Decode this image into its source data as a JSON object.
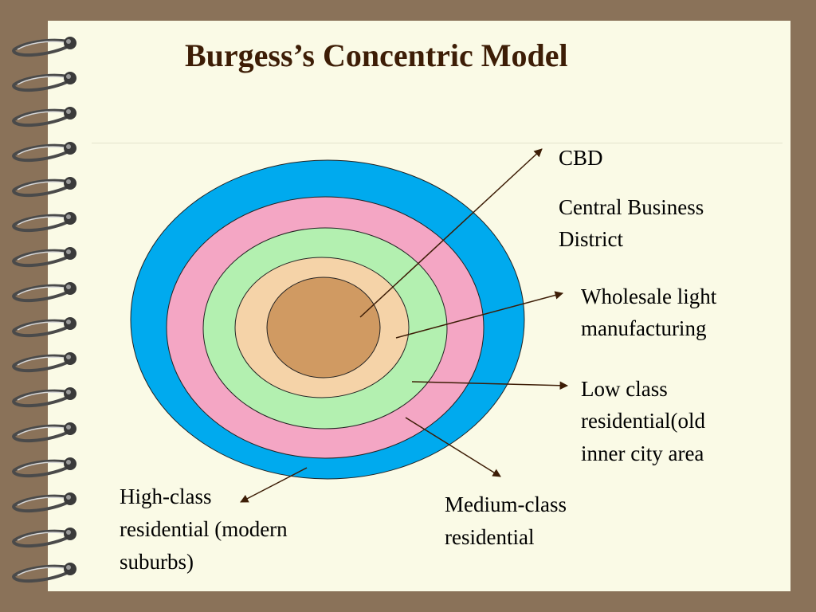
{
  "title": "Burgess’s Concentric Model",
  "colors": {
    "background_frame": "#8a7259",
    "page": "#fafae6",
    "title": "#3d1d06",
    "zone_high_class": "#00aaee",
    "zone_medium_class": "#f4a6c4",
    "zone_low_class": "#b3f0b0",
    "zone_wholesale": "#f5d3a8",
    "zone_cbd": "#d09a62"
  },
  "zones": [
    {
      "id": "cbd",
      "name": "CBD",
      "subtitle": "Central Business District"
    },
    {
      "id": "wholesale",
      "name": "Wholesale light manufacturing"
    },
    {
      "id": "low_class",
      "name": "Low class residential(old inner city area"
    },
    {
      "id": "medium_class",
      "name": "Medium-class residential"
    },
    {
      "id": "high_class",
      "name": "High-class residential (modern suburbs)"
    }
  ],
  "labels": {
    "cbd_line1": "CBD",
    "cbd_line2": "Central Business",
    "cbd_line3": "District",
    "wholesale_line1": "Wholesale light",
    "wholesale_line2": "manufacturing",
    "low_line1": "Low class",
    "low_line2": "residential(old",
    "low_line3": "inner city area",
    "medium_line1": "Medium-class",
    "medium_line2": "residential",
    "high_line1": "High-class",
    "high_line2": "residential (modern",
    "high_line3": "suburbs)"
  },
  "icons": {
    "binding": "spiral-binding-icon"
  }
}
